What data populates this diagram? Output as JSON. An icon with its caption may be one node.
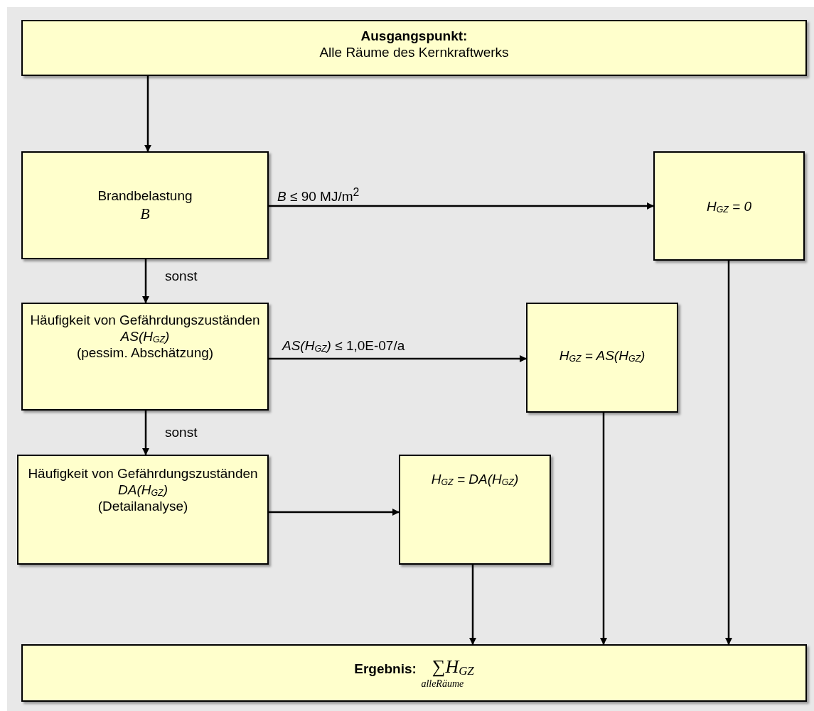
{
  "diagram": {
    "nodes": [
      {
        "text": [
          "Ausgangspunkt:",
          "Alle Räume des Kernkraftwerks"
        ]
      },
      {
        "text": [
          "Brandbelastung",
          "B"
        ]
      },
      {
        "text": [
          "H$_{GZ}$ = 0"
        ]
      },
      {
        "text": [
          "Häufigkeit von Gefährdungszuständen",
          "AS(H$_{GZ}$)",
          "(pessim. Abschätzung)"
        ]
      },
      {
        "text": [
          "H$_{GZ}$ = AS(H$_{GZ}$)"
        ]
      },
      {
        "text": [
          "Häufigkeit von Gefährdungszuständen",
          "DA(H$_{GZ}$)",
          "(Detailanalyse)"
        ]
      },
      {
        "text": [
          "H$_{GZ}$ = DA(H$_{GZ}$)"
        ]
      },
      {
        "text": [
          "Ergebnis:",
          "∑H$_{GZ}$",
          "alleRäume"
        ]
      }
    ],
    "edges": [
      {
        "from": 0,
        "to": 1,
        "arrow": "to"
      },
      {
        "from": 1,
        "to": 2,
        "arrow": "to",
        "label": "*B* ≤ 90 MJ/m$^{2}$"
      },
      {
        "from": 1,
        "to": 3,
        "arrow": "to",
        "label": "sonst"
      },
      {
        "from": 3,
        "to": 4,
        "arrow": "to",
        "label": "*AS(H*$_{GZ}$*)* ≤ 1,0E-07/a"
      },
      {
        "from": 3,
        "to": 5,
        "arrow": "to",
        "label": "sonst"
      },
      {
        "from": 5,
        "to": 6,
        "arrow": "to"
      },
      {
        "from": 6,
        "to": 7,
        "arrow": "to"
      },
      {
        "from": 4,
        "to": 7,
        "arrow": "to"
      },
      {
        "from": 2,
        "to": 7,
        "arrow": "to"
      }
    ]
  }
}
